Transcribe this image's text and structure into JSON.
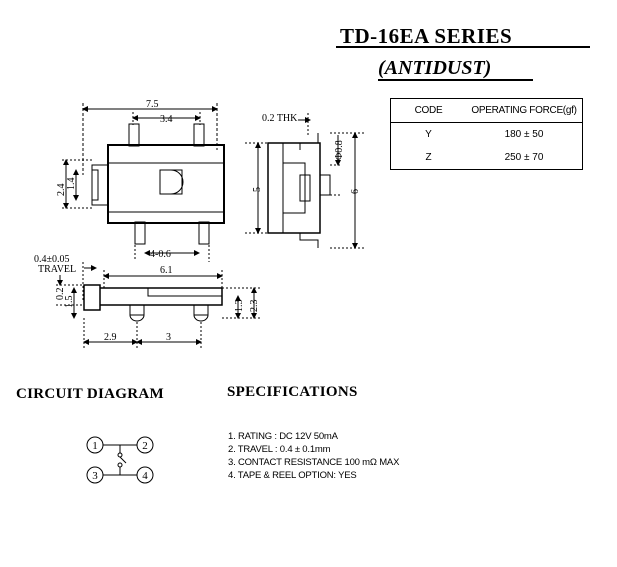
{
  "title": "TD-16EA   SERIES",
  "subtitle": "(ANTIDUST)",
  "force_table": {
    "headers": [
      "CODE",
      "OPERATING FORCE(gf)"
    ],
    "rows": [
      {
        "code": "Y",
        "force": "180 ± 50"
      },
      {
        "code": "Z",
        "force": "250 ± 70"
      }
    ]
  },
  "dimensions": {
    "width_total": "7.5",
    "terminal_pitch": "3.4",
    "thickness": "0.2 THK",
    "left_h1": "2.4",
    "left_h2": "1.4",
    "height_body": "5",
    "height_total": "6",
    "pin_dia": "Φ0.8",
    "bottom_gap": "4-0.6",
    "travel_value": "0.4±0.05",
    "travel_label": "TRAVEL",
    "length": "6.1",
    "side_a": "0.2",
    "side_b": "1.5",
    "side_c": "1.3",
    "side_d": "2.3",
    "bottom_a": "2.9",
    "bottom_b": "3"
  },
  "circuit": {
    "heading": "CIRCUIT  DIAGRAM",
    "terminals": [
      "1",
      "2",
      "3",
      "4"
    ]
  },
  "specifications": {
    "heading": "SPECIFICATIONS",
    "items": [
      "1. RATING : DC 12V 50mA",
      "2. TRAVEL : 0.4 ± 0.1mm",
      "3. CONTACT RESISTANCE 100 mΩ MAX",
      "4. TAPE & REEL OPTION: YES"
    ]
  }
}
